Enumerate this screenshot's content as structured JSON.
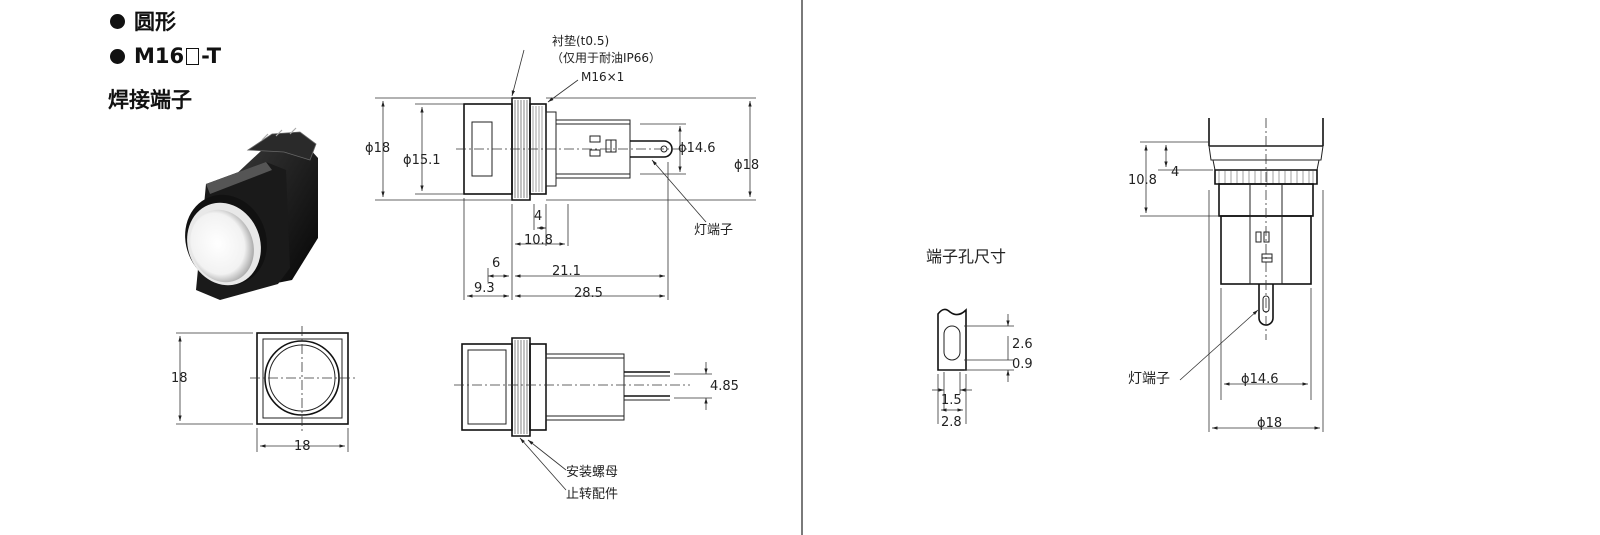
{
  "headings": {
    "shape_label": "圆形",
    "model_prefix": "M16",
    "model_suffix": "-T",
    "terminal_type": "焊接端子"
  },
  "side_view": {
    "gasket_label": "衬垫(t0.5)",
    "gasket_note": "（仅用于耐油IP66）",
    "thread_label": "M16×1",
    "dia_18_left": "ϕ18",
    "dia_15_1": "ϕ15.1",
    "dia_14_6": "ϕ14.6",
    "dia_18_right": "ϕ18",
    "lamp_terminal": "灯端子",
    "dim_4": "4",
    "dim_10_8": "10.8",
    "dim_6": "6",
    "dim_21_1": "21.1",
    "dim_9_3": "9.3",
    "dim_28_5": "28.5"
  },
  "front_view": {
    "dim_height": "18",
    "dim_width": "18"
  },
  "top_view": {
    "dim_4_85": "4.85",
    "mounting_nut": "安装螺母",
    "anti_rotation": "止转配件"
  },
  "terminal_hole": {
    "title": "端子孔尺寸",
    "dim_2_6": "2.6",
    "dim_0_9": "0.9",
    "dim_1_5": "1.5",
    "dim_2_8": "2.8"
  },
  "right_view": {
    "dim_10_8": "10.8",
    "dim_4": "4",
    "lamp_terminal": "灯端子",
    "dia_14_6": "ϕ14.6",
    "dia_18": "ϕ18"
  }
}
